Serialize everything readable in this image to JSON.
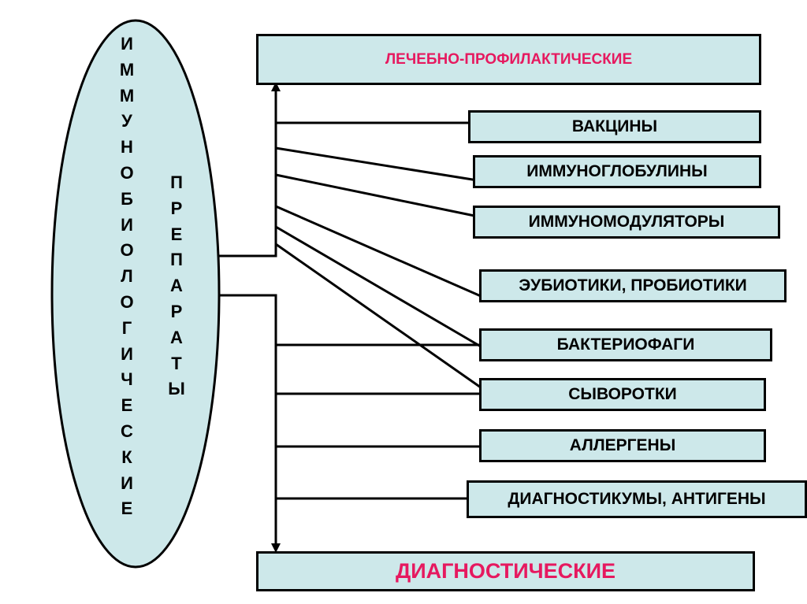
{
  "colors": {
    "box_fill": "#cde8ea",
    "border": "#000000",
    "accent_text": "#e6195f"
  },
  "ellipse": {
    "word1": "ИММУНОБИОЛОГИЧЕСКИЕ",
    "word2": "ПРЕПАРАТЫ"
  },
  "top_category": "ЛЕЧЕБНО-ПРОФИЛАКТИЧЕСКИЕ",
  "bottom_category": "ДИАГНОСТИЧЕСКИЕ",
  "items": [
    "ВАКЦИНЫ",
    "ИММУНОГЛОБУЛИНЫ",
    "ИММУНОМОДУЛЯТОРЫ",
    "ЭУБИОТИКИ, ПРОБИОТИКИ",
    "БАКТЕРИОФАГИ",
    "СЫВОРОТКИ",
    "АЛЛЕРГЕНЫ",
    "ДИАГНОСТИКУМЫ, АНТИГЕНЫ"
  ]
}
